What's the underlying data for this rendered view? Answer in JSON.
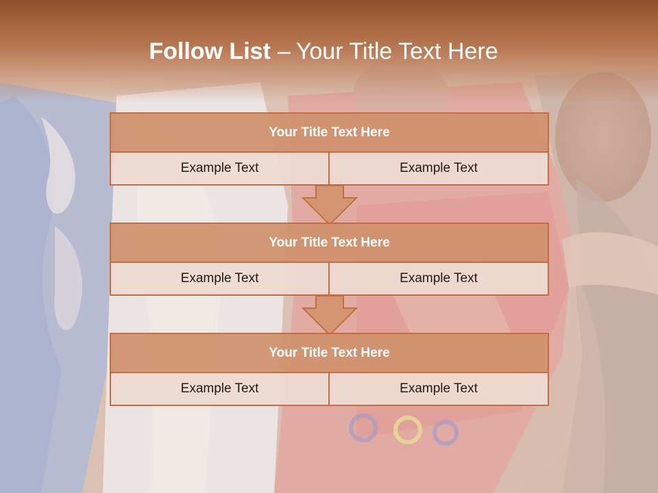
{
  "slide": {
    "title_bold": "Follow List",
    "title_separator": "–",
    "title_rest": "Your Title Text Here"
  },
  "flow": [
    {
      "title": "Your Title Text Here",
      "left_text": "Example Text",
      "right_text": "Example Text"
    },
    {
      "title": "Your Title Text Here",
      "left_text": "Example Text",
      "right_text": "Example Text"
    },
    {
      "title": "Your Title Text Here",
      "left_text": "Example Text",
      "right_text": "Example Text"
    }
  ],
  "colors": {
    "header": "#a3643d",
    "block_title_fill": "#d0916c",
    "block_border": "#c36e42",
    "block_cell_fill": "#eedad0",
    "arrow_fill": "#d49672"
  },
  "background": {
    "type": "photo",
    "description_icon": "party-dancers-photo"
  }
}
